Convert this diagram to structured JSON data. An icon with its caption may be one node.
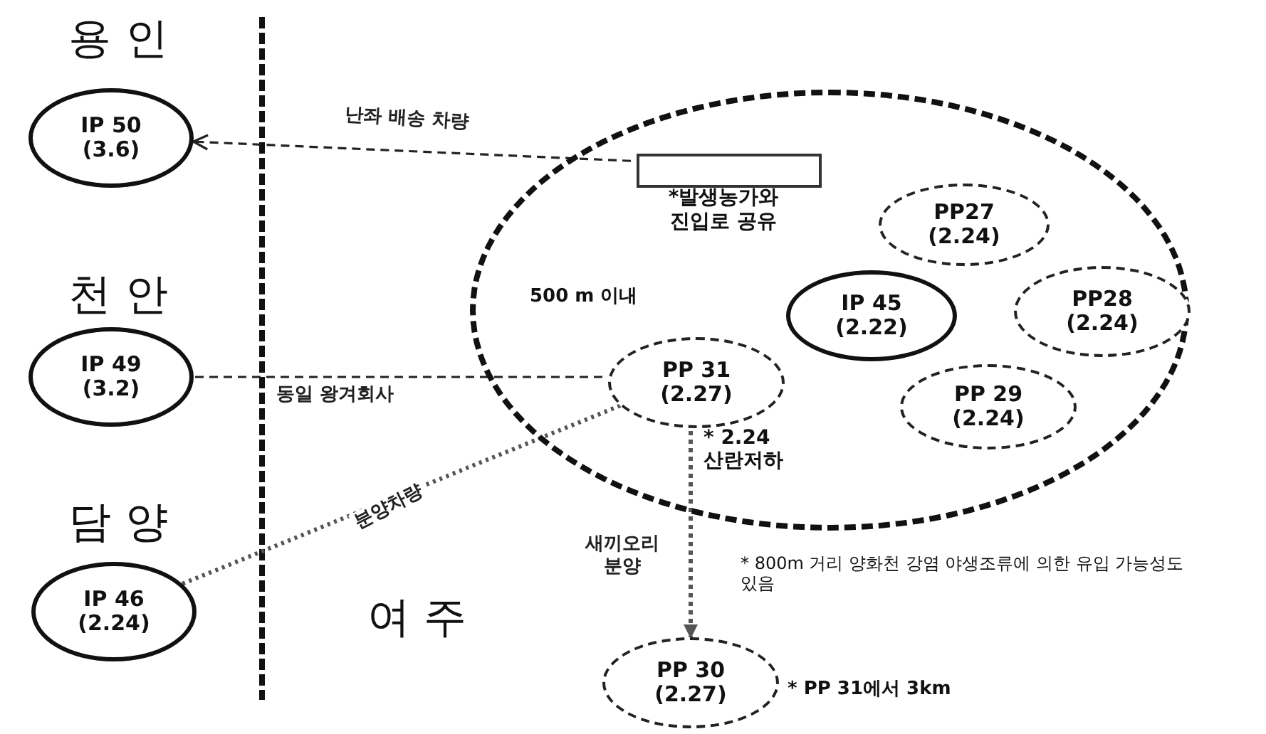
{
  "diagram": {
    "nodes": [
      {
        "text": [
          "IP 50 (3.6)"
        ],
        "beside": [
          "용 인"
        ]
      },
      {
        "text": [
          "500 m 이내"
        ]
      },
      {
        "text": [],
        "shape": "box",
        "in": 1,
        "beside": [
          "*발생농가와 진입로 공유"
        ]
      },
      {
        "text": [
          "PP27 (2.24)"
        ],
        "in": 1
      },
      {
        "text": [
          "IP 45 (2.22)"
        ],
        "in": 1
      },
      {
        "text": [
          "PP28 (2.24)"
        ],
        "in": 1
      },
      {
        "text": [
          "IP 49 (3.2)"
        ],
        "beside": [
          "천 안"
        ]
      },
      {
        "text": [
          "PP 31 (2.27)"
        ],
        "in": 1
      },
      {
        "text": [
          "PP 29 (2.24)"
        ],
        "in": 1
      },
      {
        "text": [
          "IP 46 (2.24)"
        ],
        "beside": [
          "담 양"
        ]
      },
      {
        "text": [
          "PP 30 (2.27)"
        ],
        "beside": [
          "* PP 31에서 3km"
        ]
      }
    ],
    "edges": [
      {
        "from": 2,
        "to": 0,
        "arrow": "to",
        "style": "dashed",
        "label": "난좌 배송 차량"
      },
      {
        "from": 7,
        "to": 6,
        "arrow": "none",
        "style": "dashed",
        "label": "동일 왕겨회사"
      },
      {
        "from": 9,
        "to": 7,
        "arrow": "none",
        "style": "dashed",
        "label": "분양차량"
      },
      {
        "from": 7,
        "to": 10,
        "arrow": "to",
        "style": "dashed",
        "label": "새끼오리 분양"
      }
    ],
    "labels": [
      "여 주",
      "* 2.24 산란저하",
      "* 800m 거리 양화천 강염 야생조류에 의한 유입 가능성도 있음"
    ]
  }
}
